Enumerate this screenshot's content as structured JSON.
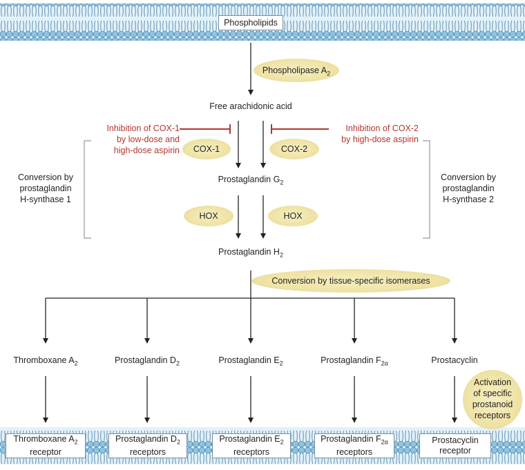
{
  "top_membrane_label": "Phospholipids",
  "enzymes": {
    "phospholipase": {
      "base": "Phospholipase A",
      "sub": "2"
    },
    "cox1": "COX-1",
    "cox2": "COX-2",
    "hox_left": "HOX",
    "hox_right": "HOX",
    "isomerases": "Conversion by tissue-specific isomerases"
  },
  "nodes": {
    "arachidonic": "Free arachidonic acid",
    "pgg2": {
      "base": "Prostaglandin G",
      "sub": "2"
    },
    "pgh2": {
      "base": "Prostaglandin H",
      "sub": "2"
    }
  },
  "inhibition": {
    "cox1": [
      "Inhibition of COX-1",
      "by low-dose and",
      "high-dose aspirin"
    ],
    "cox2": [
      "Inhibition of COX-2",
      "by high-dose aspirin"
    ]
  },
  "conversion": {
    "left": [
      "Conversion by",
      "prostaglandin",
      "H-synthase 1"
    ],
    "right": [
      "Conversion by",
      "prostaglandin",
      "H-synthase 2"
    ]
  },
  "products": [
    {
      "base": "Thromboxane A",
      "sub": "2"
    },
    {
      "base": "Prostaglandin D",
      "sub": "2"
    },
    {
      "base": "Prostaglandin E",
      "sub": "2"
    },
    {
      "base": "Prostaglandin F",
      "sub": "2α"
    },
    {
      "base": "Prostacyclin",
      "sub": ""
    }
  ],
  "activation_label": [
    "Activation",
    "of specific",
    "prostanoid",
    "receptors"
  ],
  "receptors": [
    {
      "base": "Thromboxane A",
      "sub": "2",
      "line2": "receptor"
    },
    {
      "base": "Prostaglandin D",
      "sub": "2",
      "line2": "receptors"
    },
    {
      "base": "Prostaglandin E",
      "sub": "2",
      "line2": "receptors"
    },
    {
      "base": "Prostaglandin F",
      "sub": "2α",
      "line2": "receptors"
    },
    {
      "base": "Prostacyclin",
      "sub": "",
      "line2": "receptor"
    }
  ],
  "colors": {
    "membrane_head": "#8fc3e0",
    "membrane_tail": "#4e86aa",
    "inhibition": "#b3352d",
    "enzyme_fill": "#efe3a6",
    "line": "#222222",
    "bracket": "#999999"
  }
}
